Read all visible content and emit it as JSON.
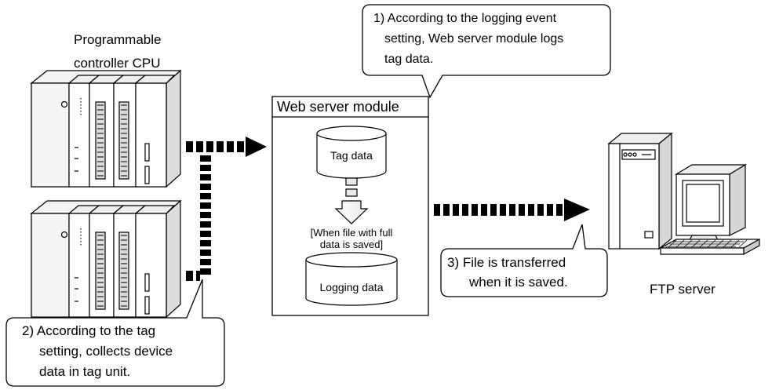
{
  "plc": {
    "label_line1": "Programmable",
    "label_line2": "controller CPU"
  },
  "module": {
    "title": "Web server module",
    "tag_db_label": "Tag data",
    "condition_line1": "[When file with full",
    "condition_line2": "data is saved]",
    "log_db_label": "Logging data"
  },
  "callout1": {
    "line1": "1) According to the logging event",
    "line2": "setting, Web server module logs",
    "line3": "tag data."
  },
  "callout2": {
    "line1": "2) According to the tag",
    "line2": "setting, collects device",
    "line3": "data in tag unit."
  },
  "callout3": {
    "line1": "3) File is transferred",
    "line2": "when it is saved."
  },
  "ftp": {
    "label": "FTP server"
  }
}
